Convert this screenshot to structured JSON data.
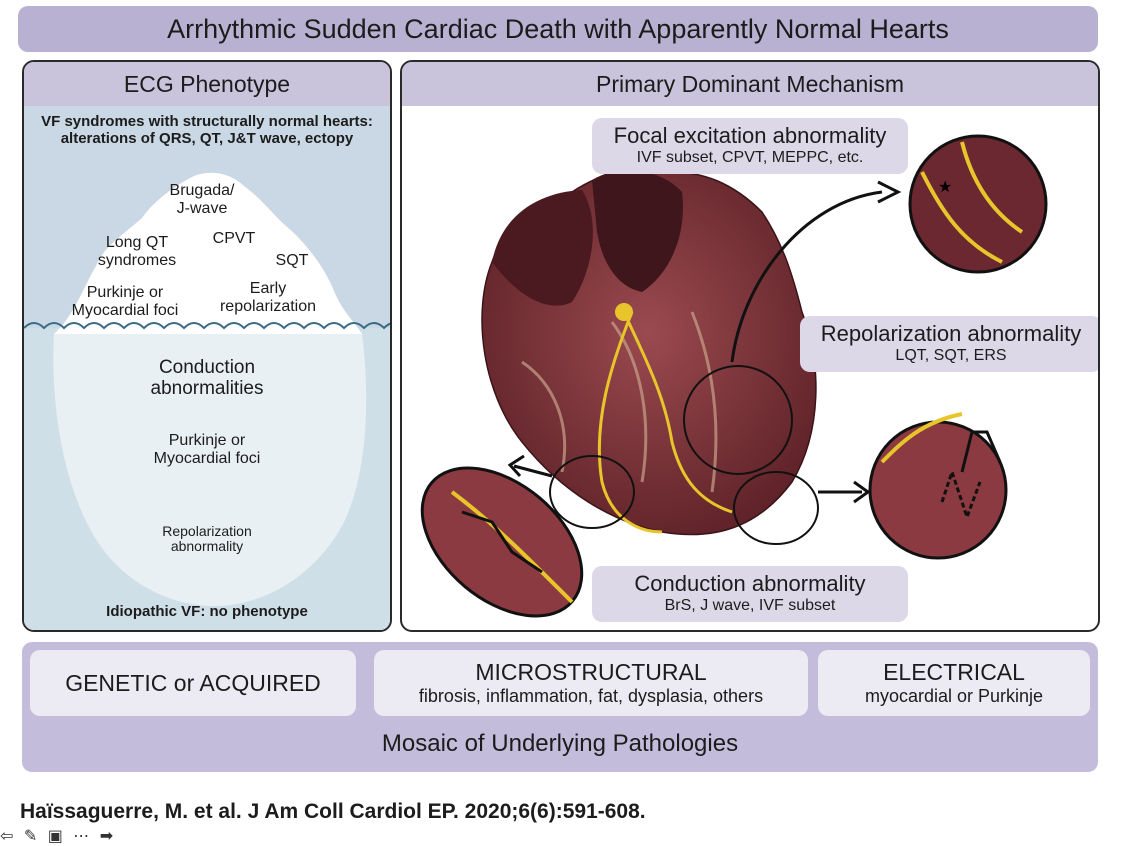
{
  "title": "Arrhythmic Sudden Cardiac Death with Apparently Normal Hearts",
  "left_panel": {
    "heading": "ECG Phenotype",
    "subtitle_line1": "VF syndromes with structurally normal hearts:",
    "subtitle_line2": "alterations of QRS, QT, J&T wave, ectopy",
    "above_water": {
      "brugada_1": "Brugada/",
      "brugada_2": "J-wave",
      "lqt_1": "Long QT",
      "lqt_2": "syndromes",
      "cpvt": "CPVT",
      "sqt": "SQT",
      "purkinje_1": "Purkinje or",
      "purkinje_2": "Myocardial foci",
      "early_1": "Early",
      "early_2": "repolarization"
    },
    "below_water": {
      "conduction_1": "Conduction",
      "conduction_2": "abnormalities",
      "purkinje_1": "Purkinje or",
      "purkinje_2": "Myocardial foci",
      "repol_1": "Repolarization",
      "repol_2": "abnormality"
    },
    "footer": "Idiopathic VF: no phenotype"
  },
  "right_panel": {
    "heading": "Primary Dominant Mechanism",
    "focal": {
      "title": "Focal excitation abnormality",
      "detail": "IVF subset, CPVT, MEPPC, etc."
    },
    "repol": {
      "title": "Repolarization abnormality",
      "detail": "LQT, SQT, ERS"
    },
    "conduction": {
      "title": "Conduction abnormality",
      "detail": "BrS, J wave, IVF subset"
    }
  },
  "bottom": {
    "genetic": "GENETIC or ACQUIRED",
    "micro_title": "MICROSTRUCTURAL",
    "micro_detail": "fibrosis, inflammation, fat, dysplasia, others",
    "elec_title": "ELECTRICAL",
    "elec_detail": "myocardial or Purkinje",
    "caption": "Mosaic of Underlying Pathologies"
  },
  "citation": "Haïssaguerre, M. et al. J Am Coll Cardiol EP. 2020;6(6):591-608.",
  "colors": {
    "header": "#b9b1d1",
    "panel_head": "#c9c3dc",
    "water": "#cfdfe8",
    "muscle": "#7a2f36",
    "nerve": "#e8c52a"
  },
  "icons": [
    "back-arrow-icon",
    "pen-icon",
    "slides-icon",
    "more-icon",
    "forward-arrow-icon"
  ]
}
